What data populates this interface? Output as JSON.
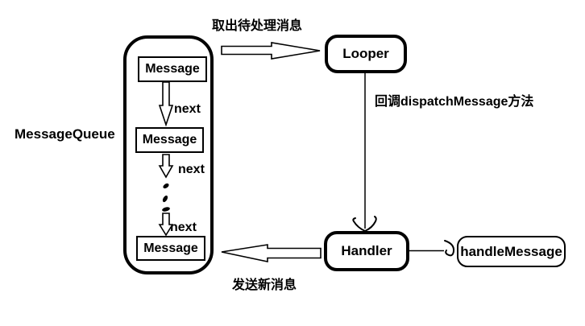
{
  "diagram": {
    "message_queue": {
      "label": "MessageQueue",
      "items": [
        {
          "label": "Message"
        },
        {
          "label": "Message"
        },
        {
          "label": "Message"
        }
      ],
      "next_label": "next"
    },
    "looper": {
      "label": "Looper"
    },
    "handler": {
      "label": "Handler"
    },
    "handle_message": {
      "label": "handleMessage"
    },
    "annotations": {
      "dequeue_arrow": "取出待处理消息",
      "dispatch_arrow": "回调dispatchMessage方法",
      "send_arrow": "发送新消息"
    },
    "colors": {
      "stroke": "#000000",
      "fill": "#ffffff",
      "text": "#000000"
    }
  }
}
